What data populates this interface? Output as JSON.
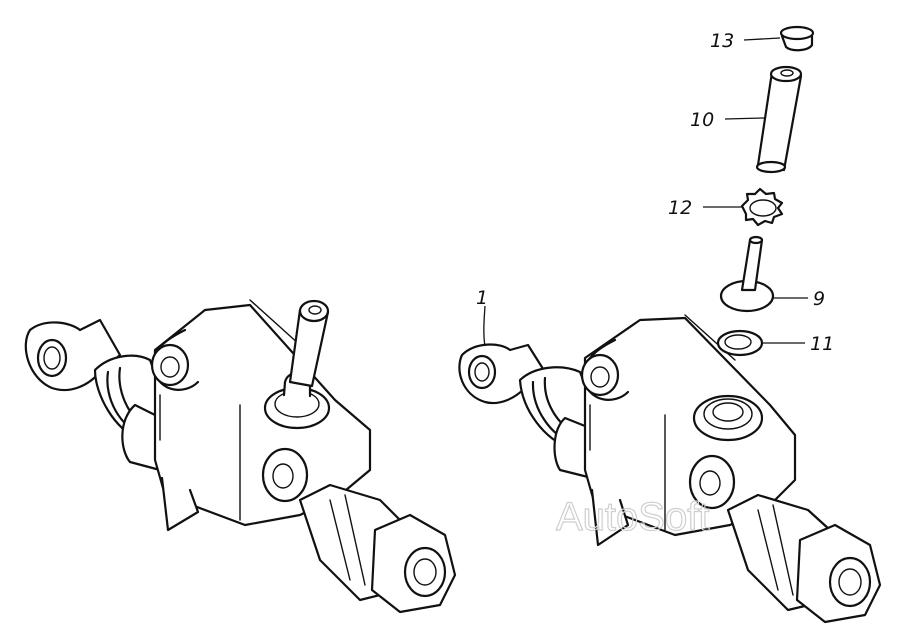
{
  "diagram": {
    "callouts": [
      {
        "id": "c13",
        "label": "13"
      },
      {
        "id": "c10",
        "label": "10"
      },
      {
        "id": "c12",
        "label": "12"
      },
      {
        "id": "c1",
        "label": "1"
      },
      {
        "id": "c9",
        "label": "9"
      },
      {
        "id": "c11",
        "label": "11"
      }
    ],
    "watermark": "AutoSoft"
  }
}
